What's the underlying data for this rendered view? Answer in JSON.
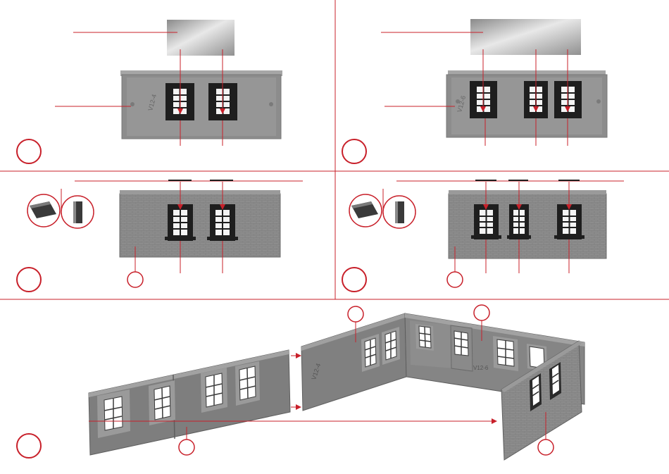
{
  "page": {
    "kind": "assembly-instructions",
    "text_labels": []
  },
  "colors": {
    "accent": "#c8202a",
    "wall": "#8e8e8e",
    "wall_dark": "#6e6e6e",
    "wall_light": "#a8a8a8",
    "frame": "#1e1e1e",
    "glass": "#f2f2f2",
    "film_light": "#e4e4e4",
    "film_dark": "#8a8a8a"
  },
  "panels": [
    {
      "id": "step-1",
      "wall": "smooth",
      "window_count": 2,
      "has_film": true
    },
    {
      "id": "step-2",
      "wall": "smooth",
      "window_count": 3,
      "has_film": true
    },
    {
      "id": "step-3",
      "wall": "brick",
      "window_count": 2,
      "has_glue_detail": true
    },
    {
      "id": "step-4",
      "wall": "brick",
      "window_count": 3,
      "has_glue_detail": true
    },
    {
      "id": "step-5",
      "wall": "assembled-walls",
      "window_count": 10
    }
  ],
  "icons": [
    "step-circle-icon",
    "glue-cartridge-icon",
    "part-marker-icon",
    "arrow-icon"
  ]
}
